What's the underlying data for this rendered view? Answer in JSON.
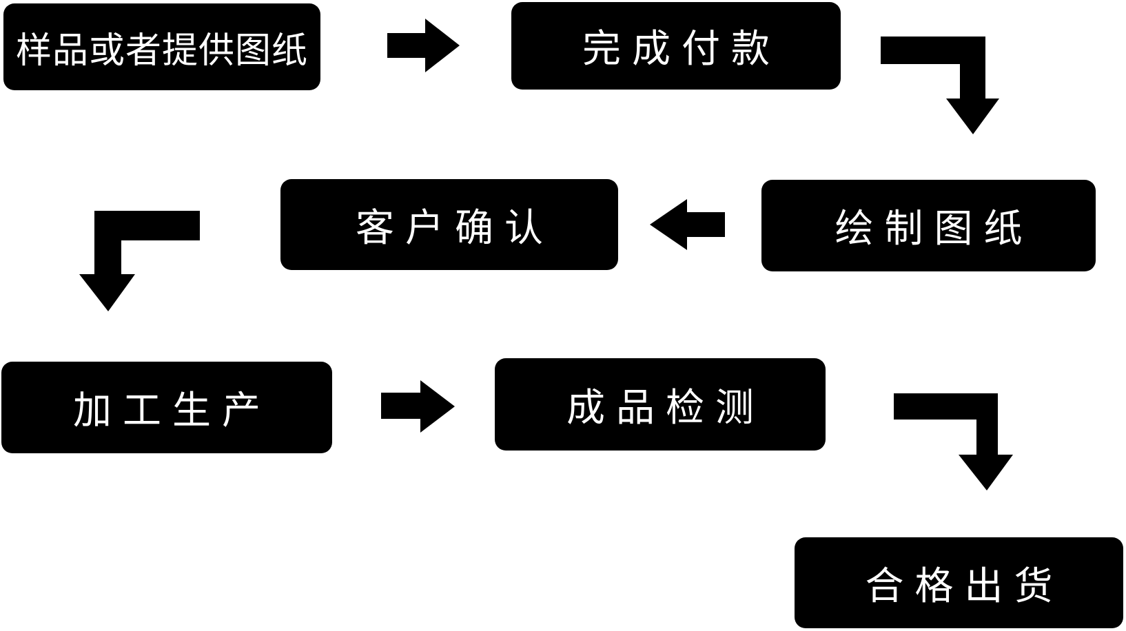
{
  "diagram": {
    "kind": "flowchart",
    "colors": {
      "background": "#ffffff",
      "node_fill": "#000000",
      "node_text": "#ffffff",
      "arrow": "#000000"
    },
    "nodes": [
      {
        "label": "样品或者提供图纸"
      },
      {
        "label": "完成付款"
      },
      {
        "label": "客户确认"
      },
      {
        "label": "绘制图纸"
      },
      {
        "label": "加工生产"
      },
      {
        "label": "成品检测"
      },
      {
        "label": "合格出货"
      }
    ],
    "flow": [
      {
        "from": "样品或者提供图纸",
        "to": "完成付款",
        "arrow": "right"
      },
      {
        "from": "完成付款",
        "to": "绘制图纸",
        "arrow": "elbow-down-right"
      },
      {
        "from": "绘制图纸",
        "to": "客户确认",
        "arrow": "left"
      },
      {
        "from": "客户确认",
        "to": "加工生产",
        "arrow": "elbow-down-left"
      },
      {
        "from": "加工生产",
        "to": "成品检测",
        "arrow": "right"
      },
      {
        "from": "成品检测",
        "to": "合格出货",
        "arrow": "elbow-down-right"
      }
    ]
  }
}
